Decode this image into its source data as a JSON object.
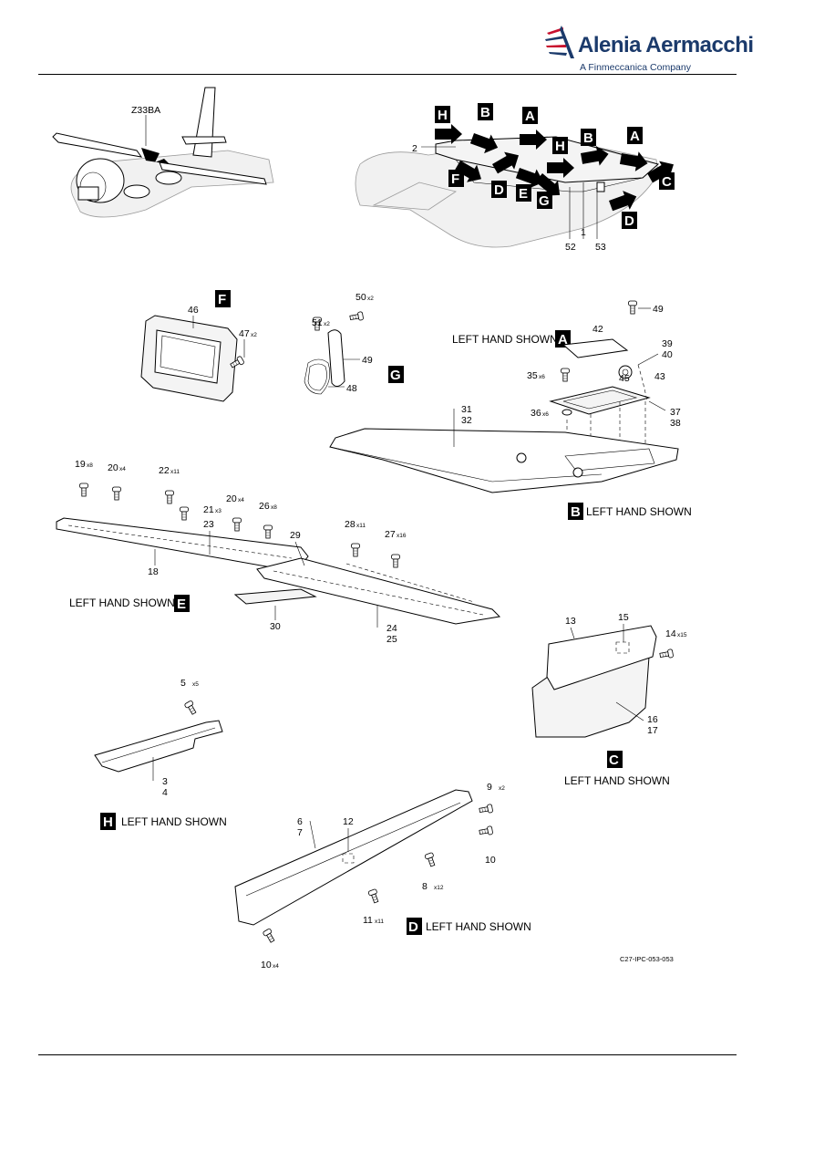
{
  "header": {
    "company_name": "Alenia Aermacchi",
    "company_subtitle": "A Finmeccanica Company"
  },
  "aircraft_view": {
    "zone": "Z33BA"
  },
  "views": {
    "A": {
      "letter": "A",
      "caption": "LEFT HAND SHOWN"
    },
    "B": {
      "letter": "B",
      "caption": "LEFT HAND SHOWN"
    },
    "C": {
      "letter": "C",
      "caption": "LEFT HAND SHOWN"
    },
    "D": {
      "letter": "D",
      "caption": "LEFT HAND SHOWN"
    },
    "E": {
      "letter": "E",
      "caption": "LEFT HAND SHOWN"
    },
    "F": {
      "letter": "F"
    },
    "G": {
      "letter": "G"
    },
    "H": {
      "letter": "H",
      "caption": "LEFT HAND SHOWN"
    }
  },
  "callouts": {
    "c1": "1",
    "c2": "2",
    "c52": "52",
    "c53": "53",
    "c46": "46",
    "c47": "47",
    "c47q": "x2",
    "c50": "50",
    "c50q": "x2",
    "c51": "51",
    "c51q": "x2",
    "c49a": "49",
    "c48": "48",
    "c49b": "49",
    "c42": "42",
    "c39": "39",
    "c40": "40",
    "c35": "35",
    "c35q": "x6",
    "c45": "45",
    "c43": "43",
    "c36": "36",
    "c36q": "x6",
    "c37": "37",
    "c38": "38",
    "c31": "31",
    "c32": "32",
    "c19": "19",
    "c19q": "x8",
    "c20a": "20",
    "c20aq": "x4",
    "c22": "22",
    "c22q": "x11",
    "c21": "21",
    "c21q": "x3",
    "c20b": "20",
    "c20bq": "x4",
    "c26": "26",
    "c26q": "x8",
    "c23": "23",
    "c29": "29",
    "c28": "28",
    "c28q": "x11",
    "c27": "27",
    "c27q": "x16",
    "c18": "18",
    "c30": "30",
    "c24": "24",
    "c25": "25",
    "c13": "13",
    "c15": "15",
    "c14": "14",
    "c14q": "x15",
    "c16": "16",
    "c17": "17",
    "c5": "5",
    "c5q": "x5",
    "c3": "3",
    "c4": "4",
    "c6": "6",
    "c7": "7",
    "c12": "12",
    "c9": "9",
    "c9q": "x2",
    "c10a": "10",
    "c8": "8",
    "c8q": "x12",
    "c11": "11",
    "c11q": "x11",
    "c10b": "10",
    "c10bq": "x4"
  },
  "figure_code": "C27-IPC-053-053",
  "icons": {
    "logo": "alenia-aermacchi-logo-icon",
    "view_tag": "view-letter-tag-icon"
  }
}
